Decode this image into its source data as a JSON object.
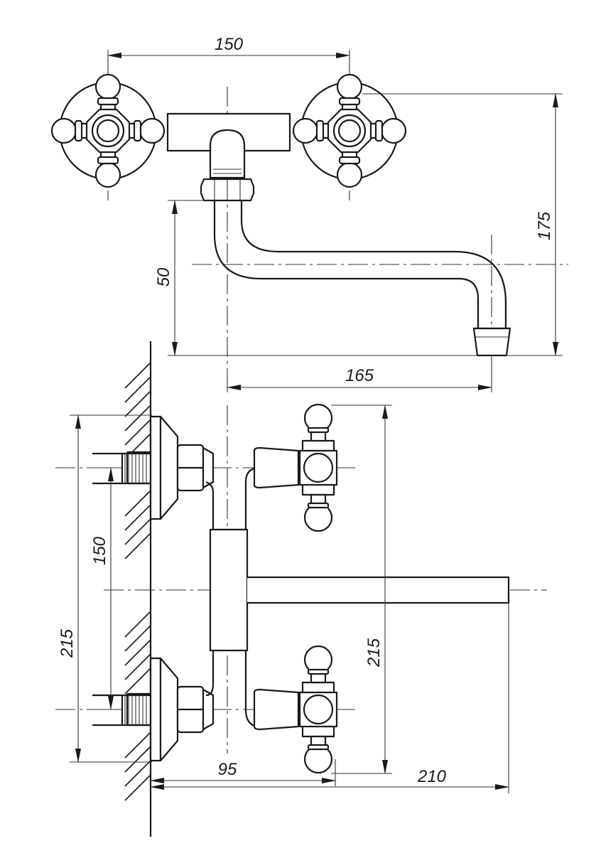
{
  "dimensions": {
    "top_width": "150",
    "right_height": "175",
    "spout_drop": "50",
    "spout_reach": "165",
    "side_left_spacing": "150",
    "side_left_overall": "215",
    "side_right_height": "215",
    "handle_projection": "95",
    "spout_projection": "210"
  },
  "colors": {
    "ink": "#1a1a1a",
    "paper": "#ffffff"
  }
}
